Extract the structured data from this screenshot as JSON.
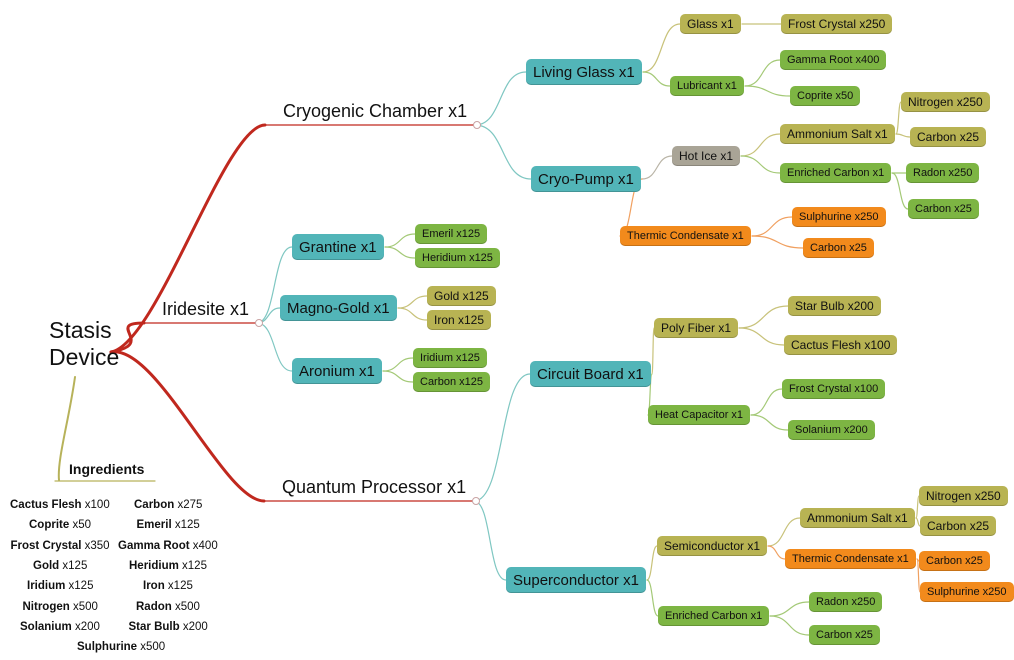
{
  "root": {
    "line1": "Stasis",
    "line2": "Device"
  },
  "branches": {
    "cryogenic": "Cryogenic Chamber x1",
    "iridesite": "Iridesite x1",
    "quantum": "Quantum Processor x1"
  },
  "nodes": {
    "living_glass": "Living Glass x1",
    "cryo_pump": "Cryo-Pump x1",
    "glass": "Glass x1",
    "frost_crystal_250": "Frost Crystal x250",
    "lubricant": "Lubricant x1",
    "gamma_root_400": "Gamma Root x400",
    "coprite_50": "Coprite x50",
    "hot_ice": "Hot Ice x1",
    "ammonium_salt_a": "Ammonium Salt x1",
    "nitrogen_250_a": "Nitrogen x250",
    "carbon_25_a": "Carbon x25",
    "enriched_carbon_a": "Enriched Carbon x1",
    "radon_250_a": "Radon x250",
    "carbon_25_b": "Carbon x25",
    "thermic_condensate_a": "Thermic Condensate x1",
    "sulphurine_250_a": "Sulphurine x250",
    "carbon_25_c": "Carbon x25",
    "grantine": "Grantine x1",
    "emeril_125": "Emeril x125",
    "heridium_125": "Heridium x125",
    "magno_gold": "Magno-Gold x1",
    "gold_125": "Gold x125",
    "iron_125": "Iron x125",
    "aronium": "Aronium x1",
    "iridium_125": "Iridium x125",
    "carbon_125": "Carbon x125",
    "circuit_board": "Circuit Board x1",
    "poly_fiber": "Poly Fiber x1",
    "star_bulb_200": "Star Bulb x200",
    "cactus_flesh_100": "Cactus Flesh x100",
    "heat_capacitor": "Heat Capacitor x1",
    "frost_crystal_100": "Frost Crystal x100",
    "solanium_200": "Solanium x200",
    "superconductor": "Superconductor x1",
    "semiconductor": "Semiconductor x1",
    "ammonium_salt_b": "Ammonium Salt x1",
    "nitrogen_250_b": "Nitrogen x250",
    "carbon_25_d": "Carbon x25",
    "thermic_condensate_b": "Thermic Condensate x1",
    "carbon_25_e": "Carbon x25",
    "sulphurine_250_b": "Sulphurine x250",
    "enriched_carbon_b": "Enriched Carbon x1",
    "radon_250_b": "Radon x250",
    "carbon_25_f": "Carbon x25"
  },
  "ingredients": {
    "title": "Ingredients",
    "items": [
      {
        "name": "Cactus Flesh",
        "qty": "x100"
      },
      {
        "name": "Carbon",
        "qty": "x275"
      },
      {
        "name": "Coprite",
        "qty": "x50"
      },
      {
        "name": "Emeril",
        "qty": "x125"
      },
      {
        "name": "Frost Crystal",
        "qty": "x350"
      },
      {
        "name": "Gamma Root",
        "qty": "x400"
      },
      {
        "name": "Gold",
        "qty": "x125"
      },
      {
        "name": "Heridium",
        "qty": "x125"
      },
      {
        "name": "Iridium",
        "qty": "x125"
      },
      {
        "name": "Iron",
        "qty": "x125"
      },
      {
        "name": "Nitrogen",
        "qty": "x500"
      },
      {
        "name": "Radon",
        "qty": "x500"
      },
      {
        "name": "Solanium",
        "qty": "x200"
      },
      {
        "name": "Star Bulb",
        "qty": "x200"
      },
      {
        "name": "Sulphurine",
        "qty": "x500"
      }
    ]
  },
  "colors": {
    "teal": "#52b5b8",
    "olive": "#b8b353",
    "green": "#7db543",
    "gray": "#a9a496",
    "orange": "#f28a1c",
    "main_branch": "#c0281e",
    "teal_link": "#7fc7c2",
    "olive_link": "#c8c27a",
    "green_link": "#a4c977",
    "orange_link": "#f0a060"
  }
}
